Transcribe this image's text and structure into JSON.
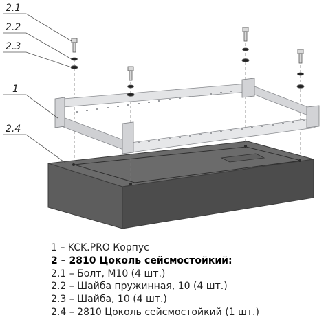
{
  "callouts": {
    "c21": "2.1",
    "c22": "2.2",
    "c23": "2.3",
    "c1": "1",
    "c24": "2.4"
  },
  "legend": [
    {
      "text": "1 – KCK.PRO Корпус",
      "emphasis": false
    },
    {
      "text": "2 – 2810 Цоколь сейсмостойкий:",
      "emphasis": true
    },
    {
      "text": "2.1 – Болт, М10 (4 шт.)",
      "emphasis": false
    },
    {
      "text": "2.2 – Шайба пружинная, 10 (4 шт.)",
      "emphasis": false
    },
    {
      "text": "2.3 – Шайба, 10 (4 шт.)",
      "emphasis": false
    },
    {
      "text": "2.4 – 2810 Цоколь сейсмостойкий (1 шт.)",
      "emphasis": false
    }
  ],
  "colors": {
    "plinth_top": "#6b6b6b",
    "plinth_front": "#5a5a5a",
    "plinth_side": "#4a4a4a",
    "frame": "#d9dadc",
    "frame_edge": "#8a8c90",
    "leader": "#555555"
  }
}
